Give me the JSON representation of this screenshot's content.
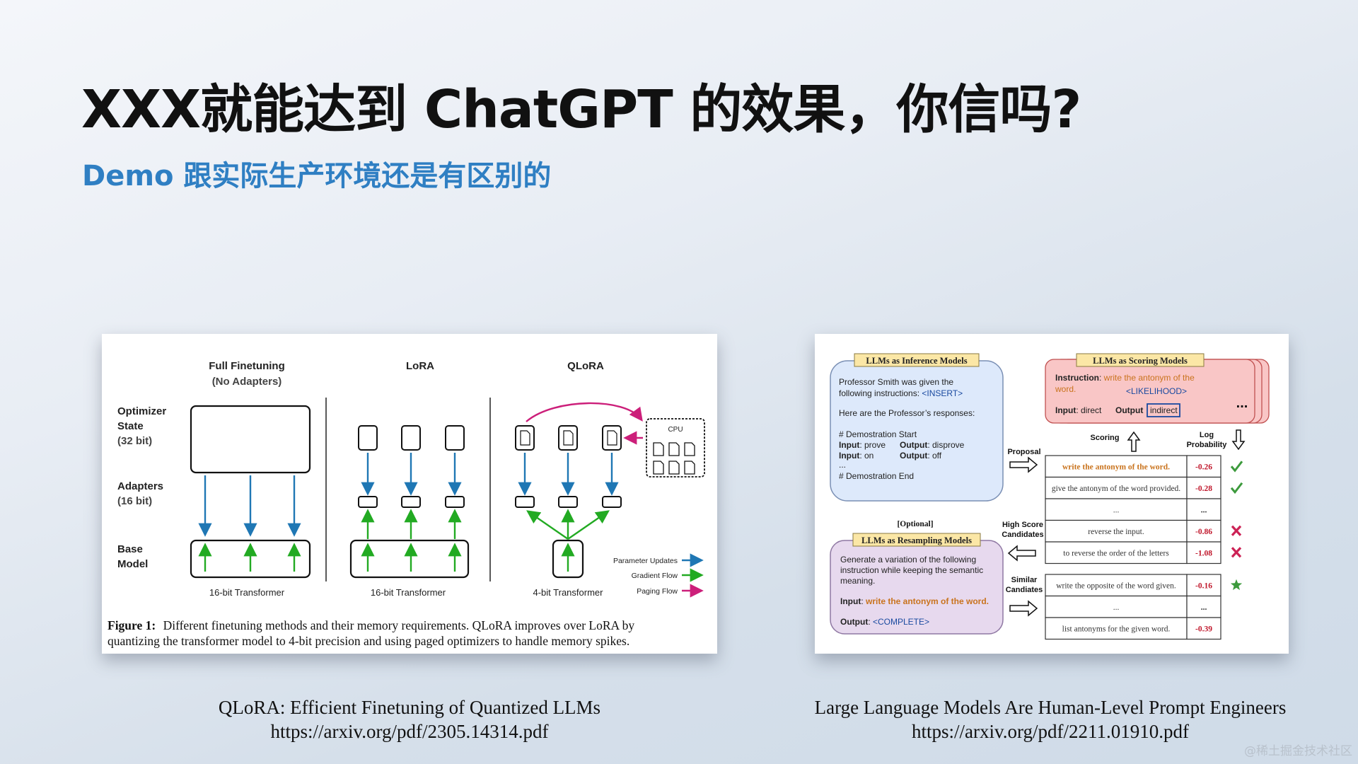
{
  "slide": {
    "title": "XXX就能达到 ChatGPT 的效果，你信吗?",
    "subtitle": "Demo 跟实际生产环境还是有区别的",
    "watermark": "@稀土掘金技术社区"
  },
  "figure_left": {
    "cols": {
      "full": {
        "title": "Full Finetuning",
        "sub": "(No Adapters)",
        "caption": "16-bit Transformer"
      },
      "lora": {
        "title": "LoRA",
        "caption": "16-bit Transformer"
      },
      "qlora": {
        "title": "QLoRA",
        "caption": "4-bit Transformer",
        "cpu": "CPU"
      }
    },
    "labels": {
      "optimizer": "Optimizer",
      "state": "State",
      "bits32": "(32 bit)",
      "adapters": "Adapters",
      "bits16": "(16 bit)",
      "base": "Base",
      "model": "Model"
    },
    "legend": {
      "param": "Parameter Updates",
      "grad": "Gradient Flow",
      "paging": "Paging Flow"
    },
    "colors": {
      "blue": "#1f77b4",
      "green": "#22aa22",
      "magenta": "#cc1f7a"
    },
    "caption_bold": "Figure 1:",
    "caption_line1": "Different finetuning methods and their memory requirements.  QLoRA improves over LoRA by",
    "caption_line2": "quantizing the transformer model to 4-bit precision and using paged optimizers to handle memory spikes."
  },
  "figure_right": {
    "inference": {
      "title": "LLMs as Inference Models",
      "l1": "Professor Smith was given the",
      "l2a": "following instructions: ",
      "insert": "<INSERT>",
      "l3": "Here are the Professor’s responses:",
      "demo_start": "# Demostration Start",
      "in_label": "Input",
      "in1": ": prove",
      "out_label": "Output",
      "out1": ": disprove",
      "in2": ": on",
      "out2": ": off",
      "dots": "...",
      "demo_end": "# Demostration End"
    },
    "scoring": {
      "title": "LLMs as Scoring Models",
      "instr_label": "Instruction",
      "instr_val": "write the antonym of the",
      "instr_val2": "word.",
      "likelihood": "<LIKELIHOOD>",
      "input_label": "Input",
      "input_val": ": direct",
      "output_label": "Output",
      "output_val": "indirect",
      "more": "..."
    },
    "resampling": {
      "optional": "[Optional]",
      "title": "LLMs as Resampling Models",
      "l1": "Generate a variation of the following",
      "l2": "instruction while keeping the semantic",
      "l3": "meaning.",
      "input_label": "Input",
      "input_val": "write the antonym of the word.",
      "output_label": "Output",
      "complete": "<COMPLETE>"
    },
    "flow": {
      "proposal": "Proposal",
      "scoring": "Scoring",
      "logprob1": "Log",
      "logprob2": "Probability",
      "high1": "High Score",
      "high2": "Candidates",
      "sim1": "Similar",
      "sim2": "Candiates"
    },
    "table_top": [
      {
        "text": "write the antonym of the word.",
        "score": "-0.26",
        "mark": "check",
        "highlight": true
      },
      {
        "text": "give the antonym of the word provided.",
        "score": "-0.28",
        "mark": "check",
        "highlight": false
      },
      {
        "text": "...",
        "score": "...",
        "mark": "",
        "highlight": false
      },
      {
        "text": "reverse the input.",
        "score": "-0.86",
        "mark": "cross",
        "highlight": false
      },
      {
        "text": "to reverse the order of the letters",
        "score": "-1.08",
        "mark": "cross",
        "highlight": false
      }
    ],
    "table_bottom": [
      {
        "text": "write the opposite of the word given.",
        "score": "-0.16",
        "mark": "star"
      },
      {
        "text": "...",
        "score": "...",
        "mark": ""
      },
      {
        "text": "list antonyms for the given word.",
        "score": "-0.39",
        "mark": ""
      }
    ],
    "colors": {
      "blue_box": "#dde9fb",
      "red_box": "#f9c6c6",
      "purple_box": "#e7d9ee",
      "title_tag": "#fbe7a6",
      "orange_text": "#c9731d",
      "score_red": "#c0182c",
      "check_green": "#3c9a3c",
      "cross_red": "#cc2255"
    }
  },
  "captions": {
    "left_title": "QLoRA: Efficient Finetuning of Quantized LLMs",
    "left_url": "https://arxiv.org/pdf/2305.14314.pdf",
    "right_title": "Large Language Models Are Human-Level Prompt Engineers",
    "right_url": "https://arxiv.org/pdf/2211.01910.pdf"
  }
}
